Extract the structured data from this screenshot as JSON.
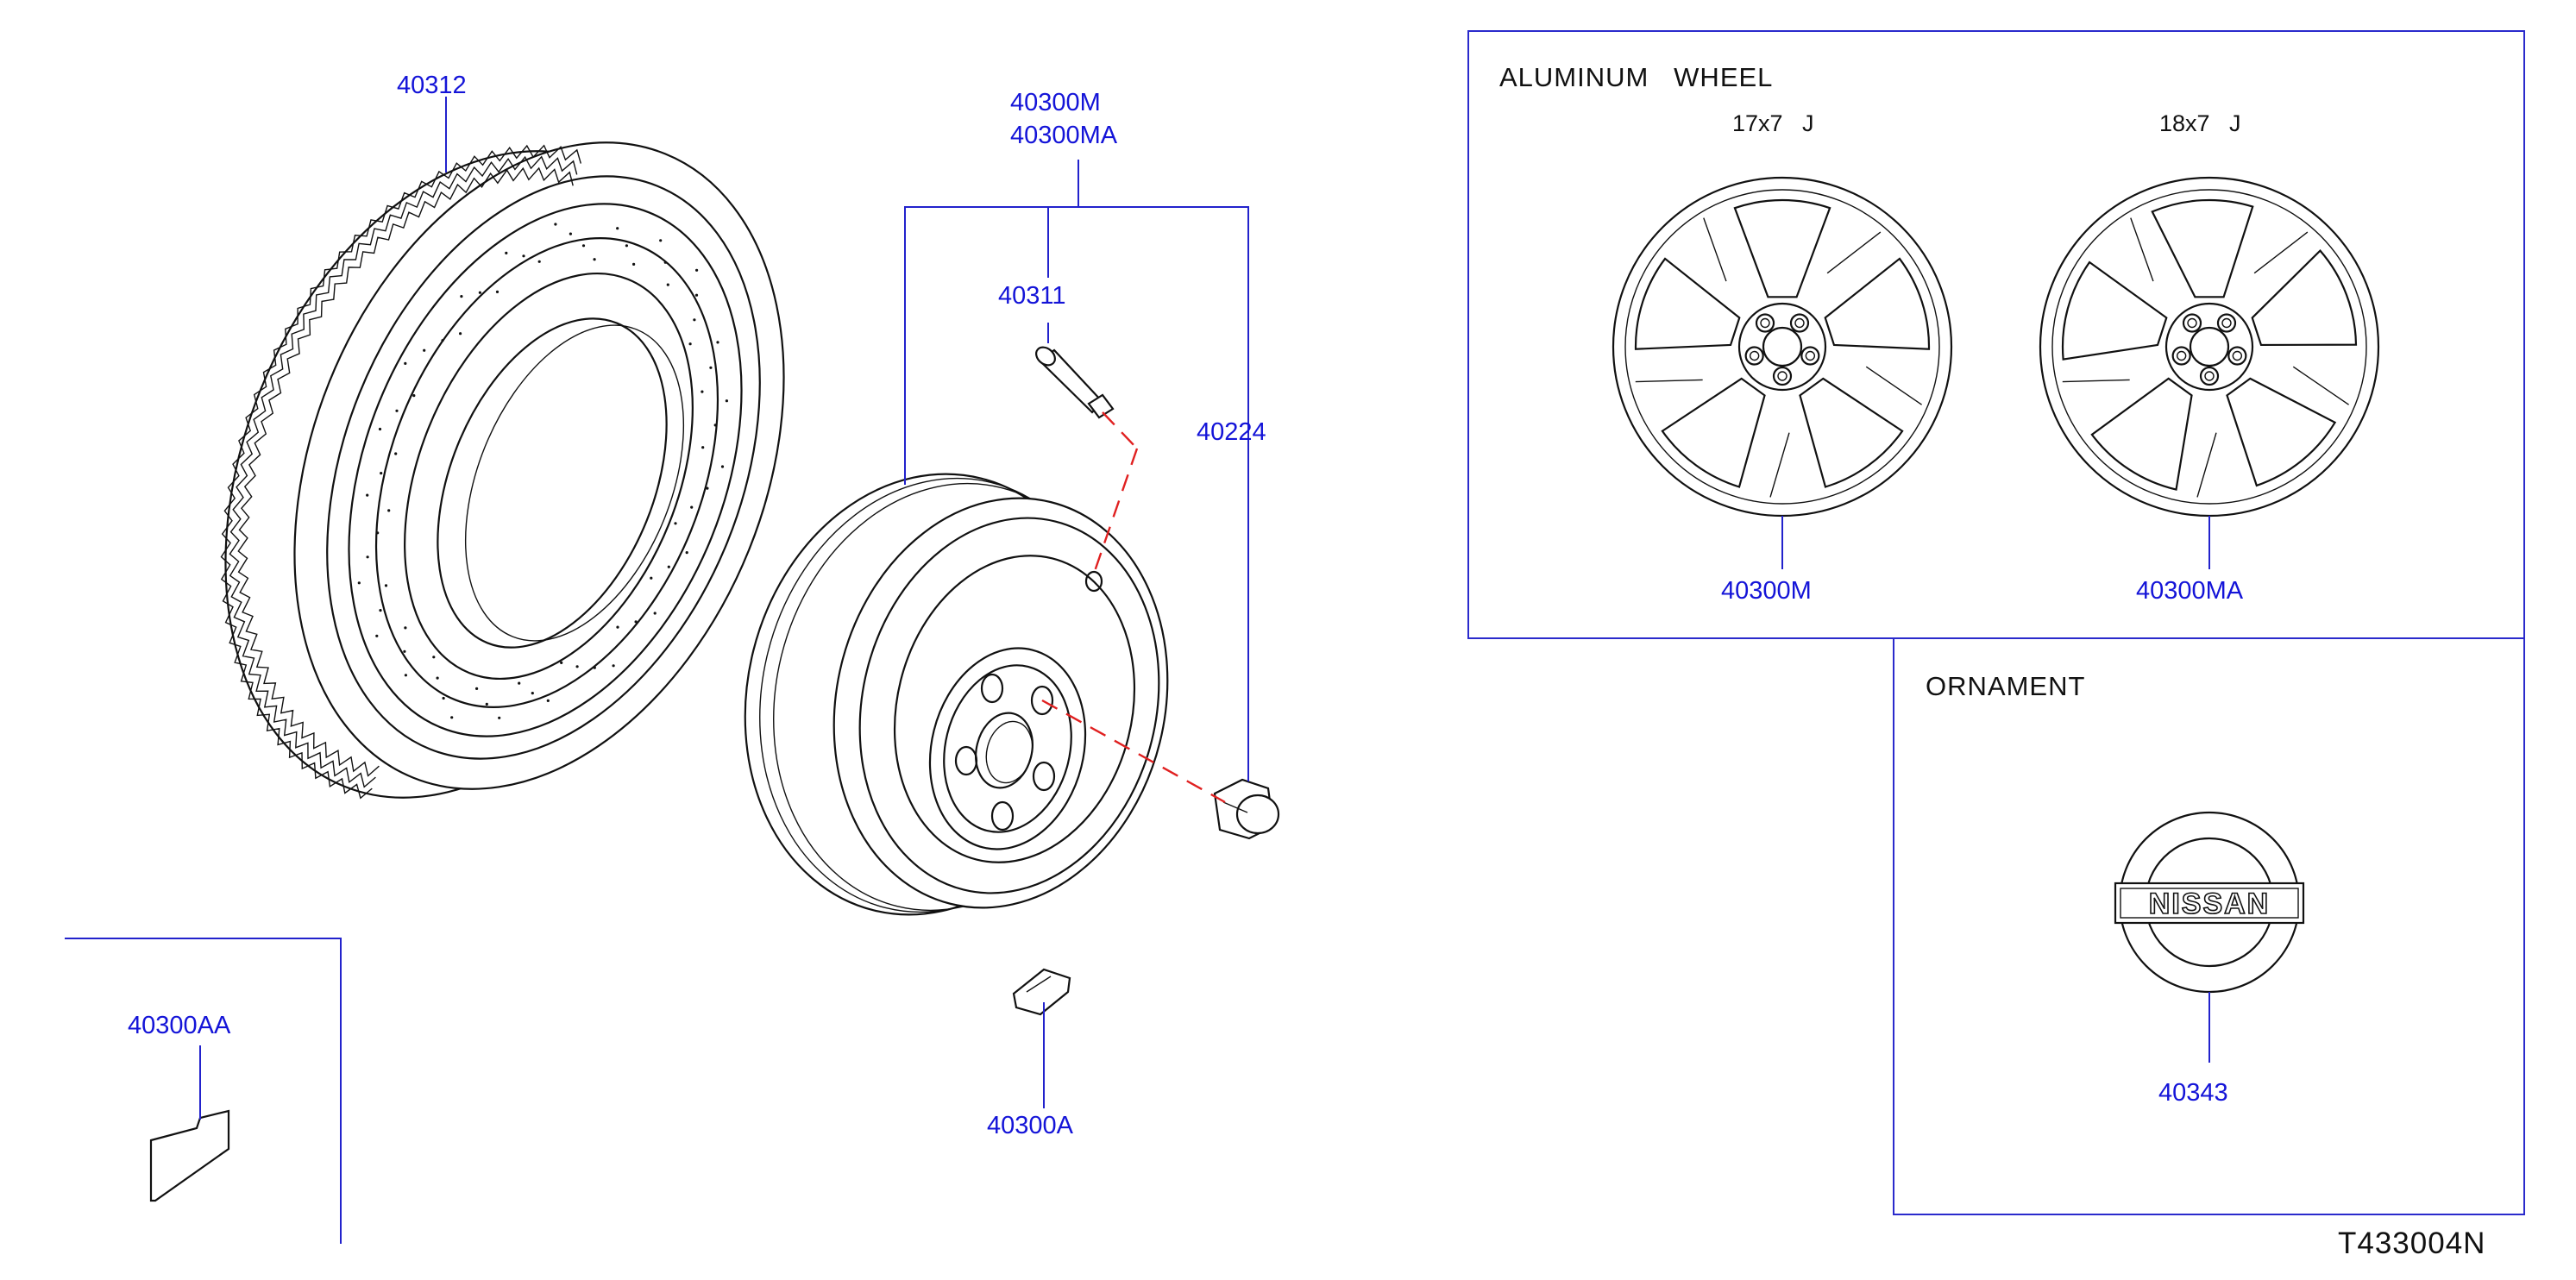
{
  "diagram": {
    "part_labels": {
      "tire": "40312",
      "wheel_line1": "40300M",
      "wheel_line2": "40300MA",
      "valve": "40311",
      "nut": "40224",
      "balance_weight": "40300A",
      "balance_weight_adhesive": "40300AA"
    },
    "aluminum_wheel": {
      "title": "ALUMINUM   WHEEL",
      "size_17": "17x7   J",
      "size_18": "18x7   J",
      "label_17": "40300M",
      "label_18": "40300MA"
    },
    "ornament": {
      "title": "ORNAMENT",
      "logo_text": "NISSAN",
      "label": "40343"
    },
    "drawing_code": "T433004N",
    "colors": {
      "label_text": "#1414d8",
      "leader_lines": "#2222cc",
      "dashed_leaders": "#e02020",
      "drawing_ink": "#111111"
    }
  }
}
